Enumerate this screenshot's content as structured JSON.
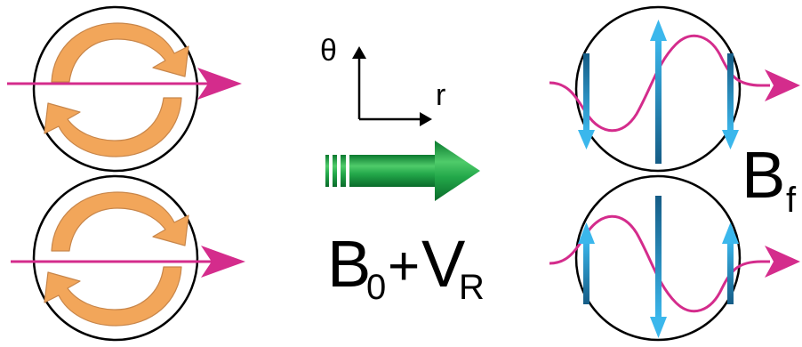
{
  "axes": {
    "theta_label": "θ",
    "r_label": "r"
  },
  "formula": {
    "base": "B",
    "base_sub": "0",
    "plus": "+",
    "velocity": "V",
    "velocity_sub": "R"
  },
  "final_field": {
    "base": "B",
    "sub_partial": "f"
  },
  "colors": {
    "circle_stroke": "#000000",
    "flow_arrow": "#F2A65A",
    "flow_arrow_stroke": "#C8864A",
    "field_line": "#D42C8C",
    "green_arrow": "#1FA54A",
    "blue_arrow": "#2BA7DD",
    "blue_arrow_dark": "#1C6E9C"
  },
  "icons": {
    "left_top_vortex": "circular-flow-arrows-icon",
    "left_bottom_vortex": "circular-flow-arrows-icon",
    "transition_arrow": "green-right-arrow-icon",
    "right_blue_arrows": "vertical-double-arrow-icon"
  }
}
